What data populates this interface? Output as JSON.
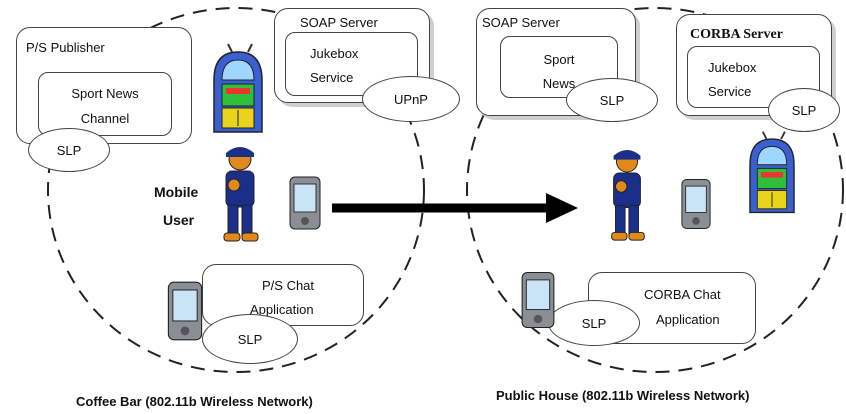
{
  "left_network": {
    "caption": "Coffee Bar (802.11b Wireless Network)",
    "publisher": {
      "title": "P/S Publisher",
      "channel_line1": "Sport News",
      "channel_line2": "Channel",
      "slp": "SLP"
    },
    "soap_server": {
      "title": "SOAP Server",
      "service_line1": "Jukebox",
      "service_line2": "Service",
      "upnp": "UPnP"
    },
    "user_line1": "Mobile",
    "user_line2": "User",
    "chat": {
      "line1": "P/S Chat",
      "line2": "Application",
      "slp": "SLP"
    }
  },
  "right_network": {
    "caption": "Public House (802.11b Wireless Network)",
    "soap_server": {
      "title": "SOAP Server",
      "service_line1": "Sport",
      "service_line2": "News",
      "slp": "SLP"
    },
    "corba_server": {
      "title": "CORBA Server",
      "service_line1": "Jukebox",
      "service_line2": "Service",
      "slp": "SLP"
    },
    "chat": {
      "line1": "CORBA Chat",
      "line2": "Application",
      "slp": "SLP"
    }
  },
  "icons": [
    "jukebox-icon",
    "person-icon",
    "pda-icon",
    "arrow-icon"
  ],
  "colors": {
    "arrow": "#000000",
    "jukebox_green": "#2fbf3a",
    "jukebox_blue": "#3a5fd0",
    "person_blue": "#1b2f8a",
    "person_orange": "#e08a1e"
  }
}
